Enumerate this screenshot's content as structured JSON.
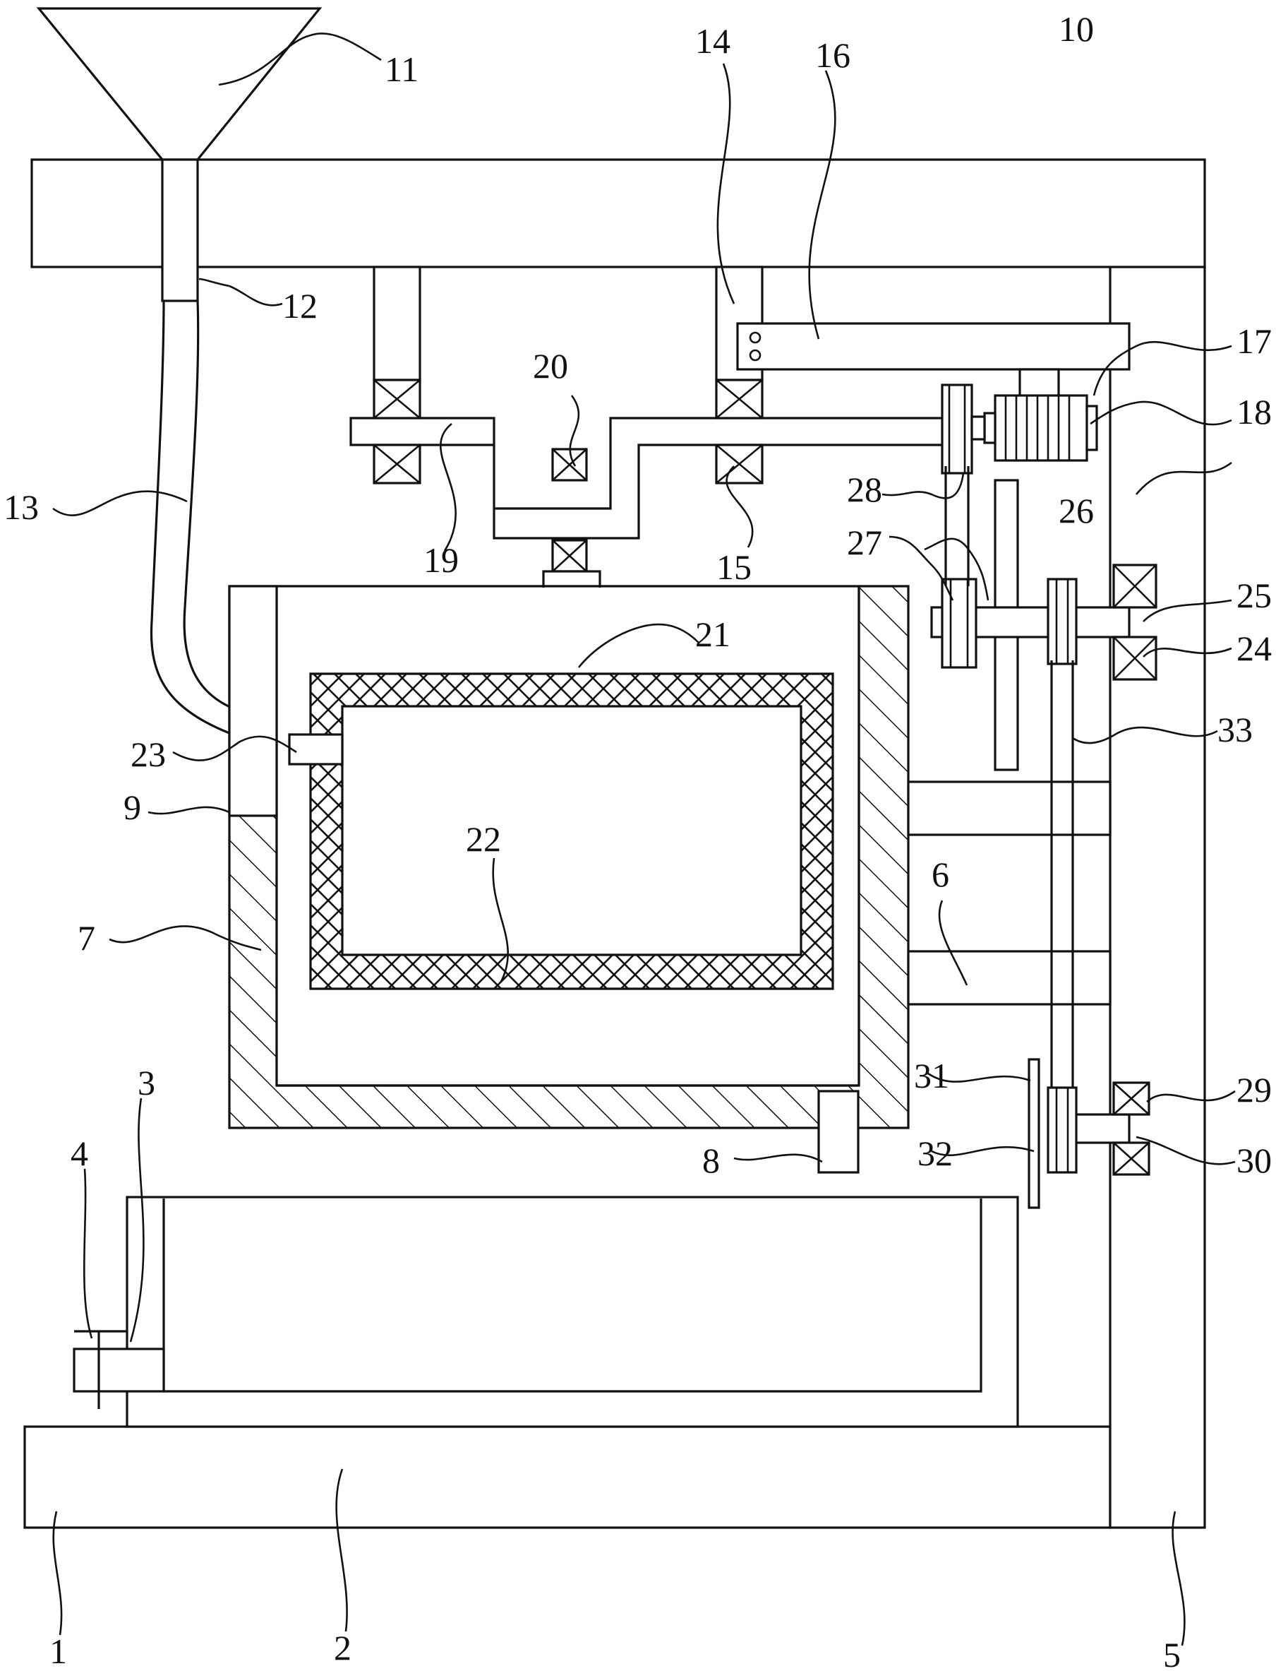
{
  "labels": [
    {
      "id": "base",
      "text": "1"
    },
    {
      "id": "tank",
      "text": "2"
    },
    {
      "id": "drain-pipe",
      "text": "3"
    },
    {
      "id": "valve",
      "text": "4"
    },
    {
      "id": "upright",
      "text": "5"
    },
    {
      "id": "support-rods",
      "text": "6"
    },
    {
      "id": "drum-housing",
      "text": "7"
    },
    {
      "id": "outlet-pipe",
      "text": "8"
    },
    {
      "id": "opening",
      "text": "9"
    },
    {
      "id": "top-plate",
      "text": "10"
    },
    {
      "id": "funnel",
      "text": "11"
    },
    {
      "id": "feed-pipe",
      "text": "12"
    },
    {
      "id": "hose",
      "text": "13"
    },
    {
      "id": "hanger",
      "text": "14"
    },
    {
      "id": "bearing-15",
      "text": "15"
    },
    {
      "id": "mount-plate",
      "text": "16"
    },
    {
      "id": "motor-mount",
      "text": "17"
    },
    {
      "id": "motor",
      "text": "18"
    },
    {
      "id": "crankshaft",
      "text": "19"
    },
    {
      "id": "bearing-20",
      "text": "20"
    },
    {
      "id": "connecting-rod",
      "text": "21"
    },
    {
      "id": "screen-frame",
      "text": "22"
    },
    {
      "id": "inlet",
      "text": "23"
    },
    {
      "id": "bearing-24",
      "text": "24"
    },
    {
      "id": "shaft-25",
      "text": "25"
    },
    {
      "id": "bar-26",
      "text": "26"
    },
    {
      "id": "pulley-27",
      "text": "27"
    },
    {
      "id": "belt-28",
      "text": "28"
    },
    {
      "id": "bearing-29",
      "text": "29"
    },
    {
      "id": "shaft-30",
      "text": "30"
    },
    {
      "id": "disc-31",
      "text": "31"
    },
    {
      "id": "pulley-32",
      "text": "32"
    },
    {
      "id": "belt-33",
      "text": "33"
    }
  ]
}
